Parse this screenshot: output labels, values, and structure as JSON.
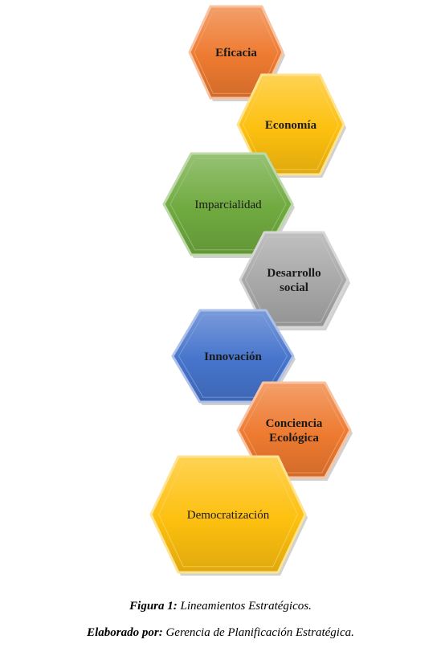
{
  "diagram": {
    "items": [
      {
        "label_lines": [
          "Eficacia"
        ],
        "bold": true,
        "color": "#ee7a30"
      },
      {
        "label_lines": [
          "Economía"
        ],
        "bold": true,
        "color": "#fdc00f"
      },
      {
        "label_lines": [
          "Imparcialidad"
        ],
        "bold": false,
        "color": "#6faa3f"
      },
      {
        "label_lines": [
          "Desarrollo",
          "social"
        ],
        "bold": true,
        "color": "#a7a7a7"
      },
      {
        "label_lines": [
          "Innovación"
        ],
        "bold": true,
        "color": "#4674cc"
      },
      {
        "label_lines": [
          "Conciencia",
          "Ecológica"
        ],
        "bold": true,
        "color": "#ee7a30"
      },
      {
        "label_lines": [
          "Democratización"
        ],
        "bold": false,
        "color": "#fdc00f"
      }
    ]
  },
  "caption": {
    "figure_label": "Figura 1:",
    "figure_text": " Lineamientos Estratégicos.",
    "credit_label": "Elaborado por:",
    "credit_text": " Gerencia de Planificación Estratégica."
  }
}
